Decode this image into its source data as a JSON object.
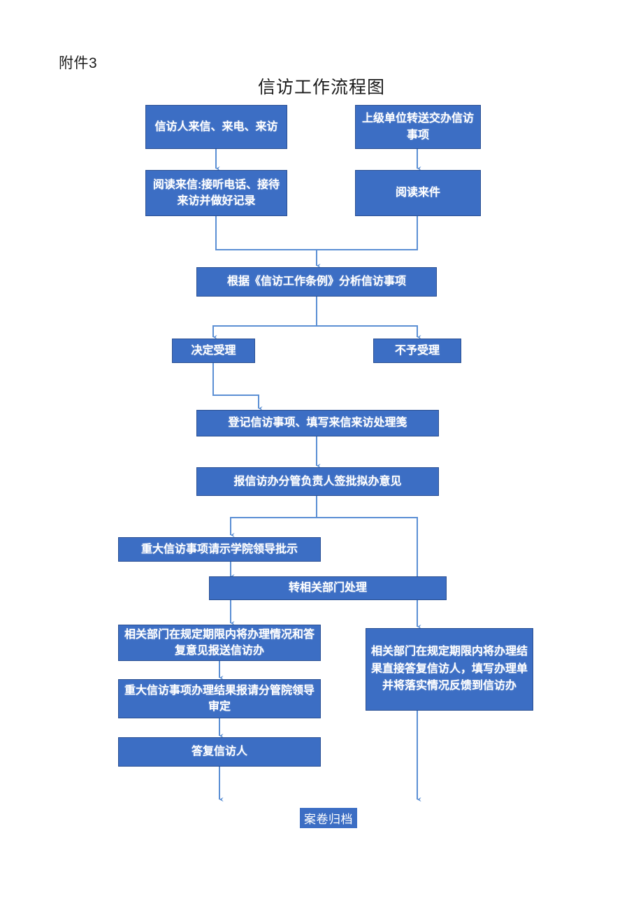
{
  "document": {
    "attachment_label": "附件3",
    "title": "信访工作流程图"
  },
  "colors": {
    "node_fill": "#3C6EC4",
    "node_border": "#2A4F92",
    "connector": "#5B8FD4",
    "text": "#FFFFFF",
    "page_background": "#FFFFFF"
  },
  "chart_data": {
    "type": "diagram",
    "title": "信访工作流程图",
    "diagram_kind": "flowchart",
    "direction": "top-to-bottom",
    "nodes": [
      {
        "id": "n1",
        "label": "信访人来信、来电、来访",
        "column": "left",
        "row": 1
      },
      {
        "id": "n2",
        "label": "上级单位转送交办信访事项",
        "column": "right",
        "row": 1
      },
      {
        "id": "n3",
        "label": "阅读来信:接听电话、接待来访并做好记录",
        "column": "left",
        "row": 2
      },
      {
        "id": "n4",
        "label": "阅读来件",
        "column": "right",
        "row": 2
      },
      {
        "id": "n5",
        "label": "根据《信访工作条例》分析信访事项",
        "column": "center",
        "row": 3
      },
      {
        "id": "n6",
        "label": "决定受理",
        "column": "left",
        "row": 4
      },
      {
        "id": "n7",
        "label": "不予受理",
        "column": "right",
        "row": 4
      },
      {
        "id": "n8",
        "label": "登记信访事项、填写来信来访处理笺",
        "column": "center",
        "row": 5
      },
      {
        "id": "n9",
        "label": "报信访办分管负责人签批拟办意见",
        "column": "center",
        "row": 6
      },
      {
        "id": "n10",
        "label": "重大信访事项请示学院领导批示",
        "column": "left",
        "row": 7
      },
      {
        "id": "n11",
        "label": "转相关部门处理",
        "column": "center",
        "row": 8
      },
      {
        "id": "n12",
        "label": "相关部门在规定期限内将办理情况和答复意见报送信访办",
        "column": "left",
        "row": 9
      },
      {
        "id": "n13",
        "label": "相关部门在规定期限内将办理结果直接答复信访人，填写办理单并将落实情况反馈到信访办",
        "column": "right",
        "row": 9
      },
      {
        "id": "n14",
        "label": "重大信访事项办理结果报请分管院领导审定",
        "column": "left",
        "row": 10
      },
      {
        "id": "n15",
        "label": "答复信访人",
        "column": "left",
        "row": 11
      },
      {
        "id": "n16",
        "label": "案卷归档",
        "column": "center",
        "row": 12
      }
    ],
    "edges": [
      {
        "from": "n1",
        "to": "n3"
      },
      {
        "from": "n2",
        "to": "n4"
      },
      {
        "from": "n3",
        "to": "n5"
      },
      {
        "from": "n4",
        "to": "n5"
      },
      {
        "from": "n5",
        "to": "n6"
      },
      {
        "from": "n5",
        "to": "n7"
      },
      {
        "from": "n6",
        "to": "n8"
      },
      {
        "from": "n8",
        "to": "n9"
      },
      {
        "from": "n9",
        "to": "n10"
      },
      {
        "from": "n9",
        "to": "n13"
      },
      {
        "from": "n10",
        "to": "n11"
      },
      {
        "from": "n11",
        "to": "n12"
      },
      {
        "from": "n12",
        "to": "n14"
      },
      {
        "from": "n14",
        "to": "n15"
      },
      {
        "from": "n15",
        "to": "n16"
      },
      {
        "from": "n13",
        "to": "n16"
      }
    ]
  }
}
